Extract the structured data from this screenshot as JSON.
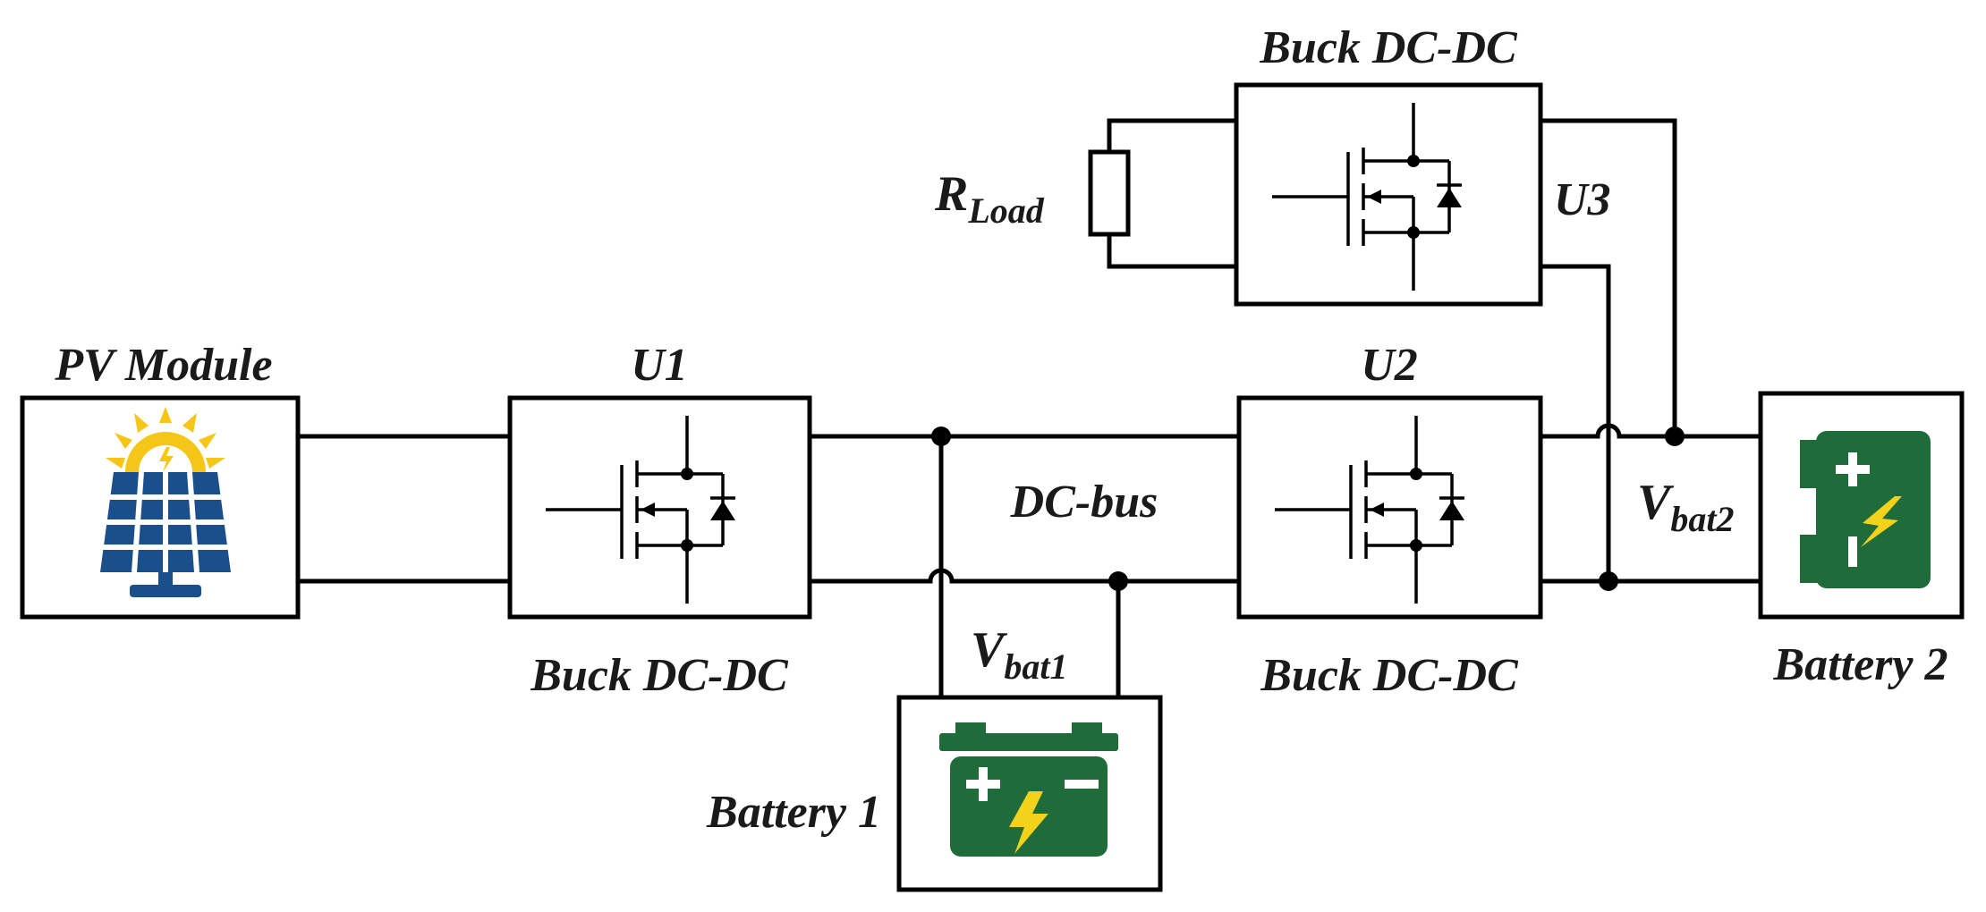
{
  "labels": {
    "pv_module": "PV Module",
    "u1": "U1",
    "u2": "U2",
    "u3": "U3",
    "u1_type": "Buck DC-DC",
    "u2_type": "Buck DC-DC",
    "u3_type": "Buck DC-DC",
    "dc_bus": "DC-bus",
    "vbat1_main": "V",
    "vbat1_sub": "bat1",
    "vbat2_main": "V",
    "vbat2_sub": "bat2",
    "rload_main": "R",
    "rload_sub": "Load",
    "battery1": "Battery 1",
    "battery2": "Battery 2"
  },
  "colors": {
    "battery_green": "#1f6b3a",
    "bolt_yellow": "#f2d21b",
    "panel_blue": "#1b4f8c",
    "sun_yellow": "#f5c518"
  },
  "icons": [
    "solar-panel-icon",
    "mosfet-switch-icon",
    "battery-icon",
    "resistor-icon"
  ]
}
